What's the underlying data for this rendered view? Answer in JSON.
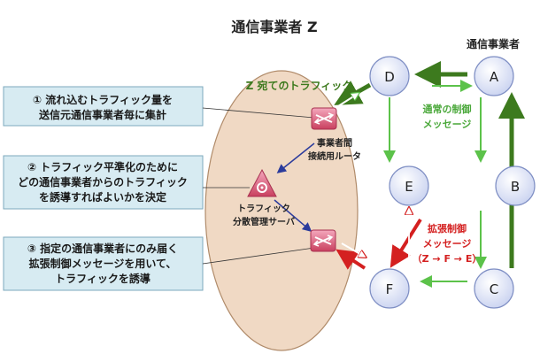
{
  "operator_z_title": "通信事業者 Z",
  "operators_title": "通信事業者",
  "z_traffic_label": "Z 宛てのトラフィック",
  "info_boxes": [
    {
      "line1": "① 流れ込むトラフィック量を",
      "line2": "送信元通信事業者毎に集計",
      "line3": ""
    },
    {
      "line1": "② トラフィック平準化のために",
      "line2": "どの通信事業者からのトラフィック",
      "line3": "を誘導すればよいかを決定"
    },
    {
      "line1": "③ 指定の通信事業者にのみ届く",
      "line2": "拡張制御メッセージを用いて、",
      "line3": "トラフィックを誘導"
    }
  ],
  "router_label": {
    "line1": "事業者間",
    "line2": "接続用ルータ"
  },
  "server_label": {
    "line1": "トラフィック",
    "line2": "分散管理サーバ"
  },
  "normal_message": {
    "line1": "通常の制御",
    "line2": "メッセージ"
  },
  "extended_message": {
    "line1": "拡張制御",
    "line2": "メッセージ",
    "line3": "（Z → F → E）"
  },
  "nodes": {
    "A": "A",
    "B": "B",
    "C": "C",
    "D": "D",
    "E": "E",
    "F": "F"
  },
  "colors": {
    "ellipse_fill": "#f0d9c4",
    "ellipse_stroke": "#b08b6a",
    "box_fill": "#d7ebf2",
    "box_stroke": "#7da9bd",
    "node_fill": "#dfe5f7",
    "node_stroke": "#7f8fc4",
    "traffic_green": "#3d7a1e",
    "message_green": "#5cc24a",
    "extended_red": "#d42020",
    "router_pink": "#e06a8a",
    "server_arrow": "#2b3b9c"
  }
}
